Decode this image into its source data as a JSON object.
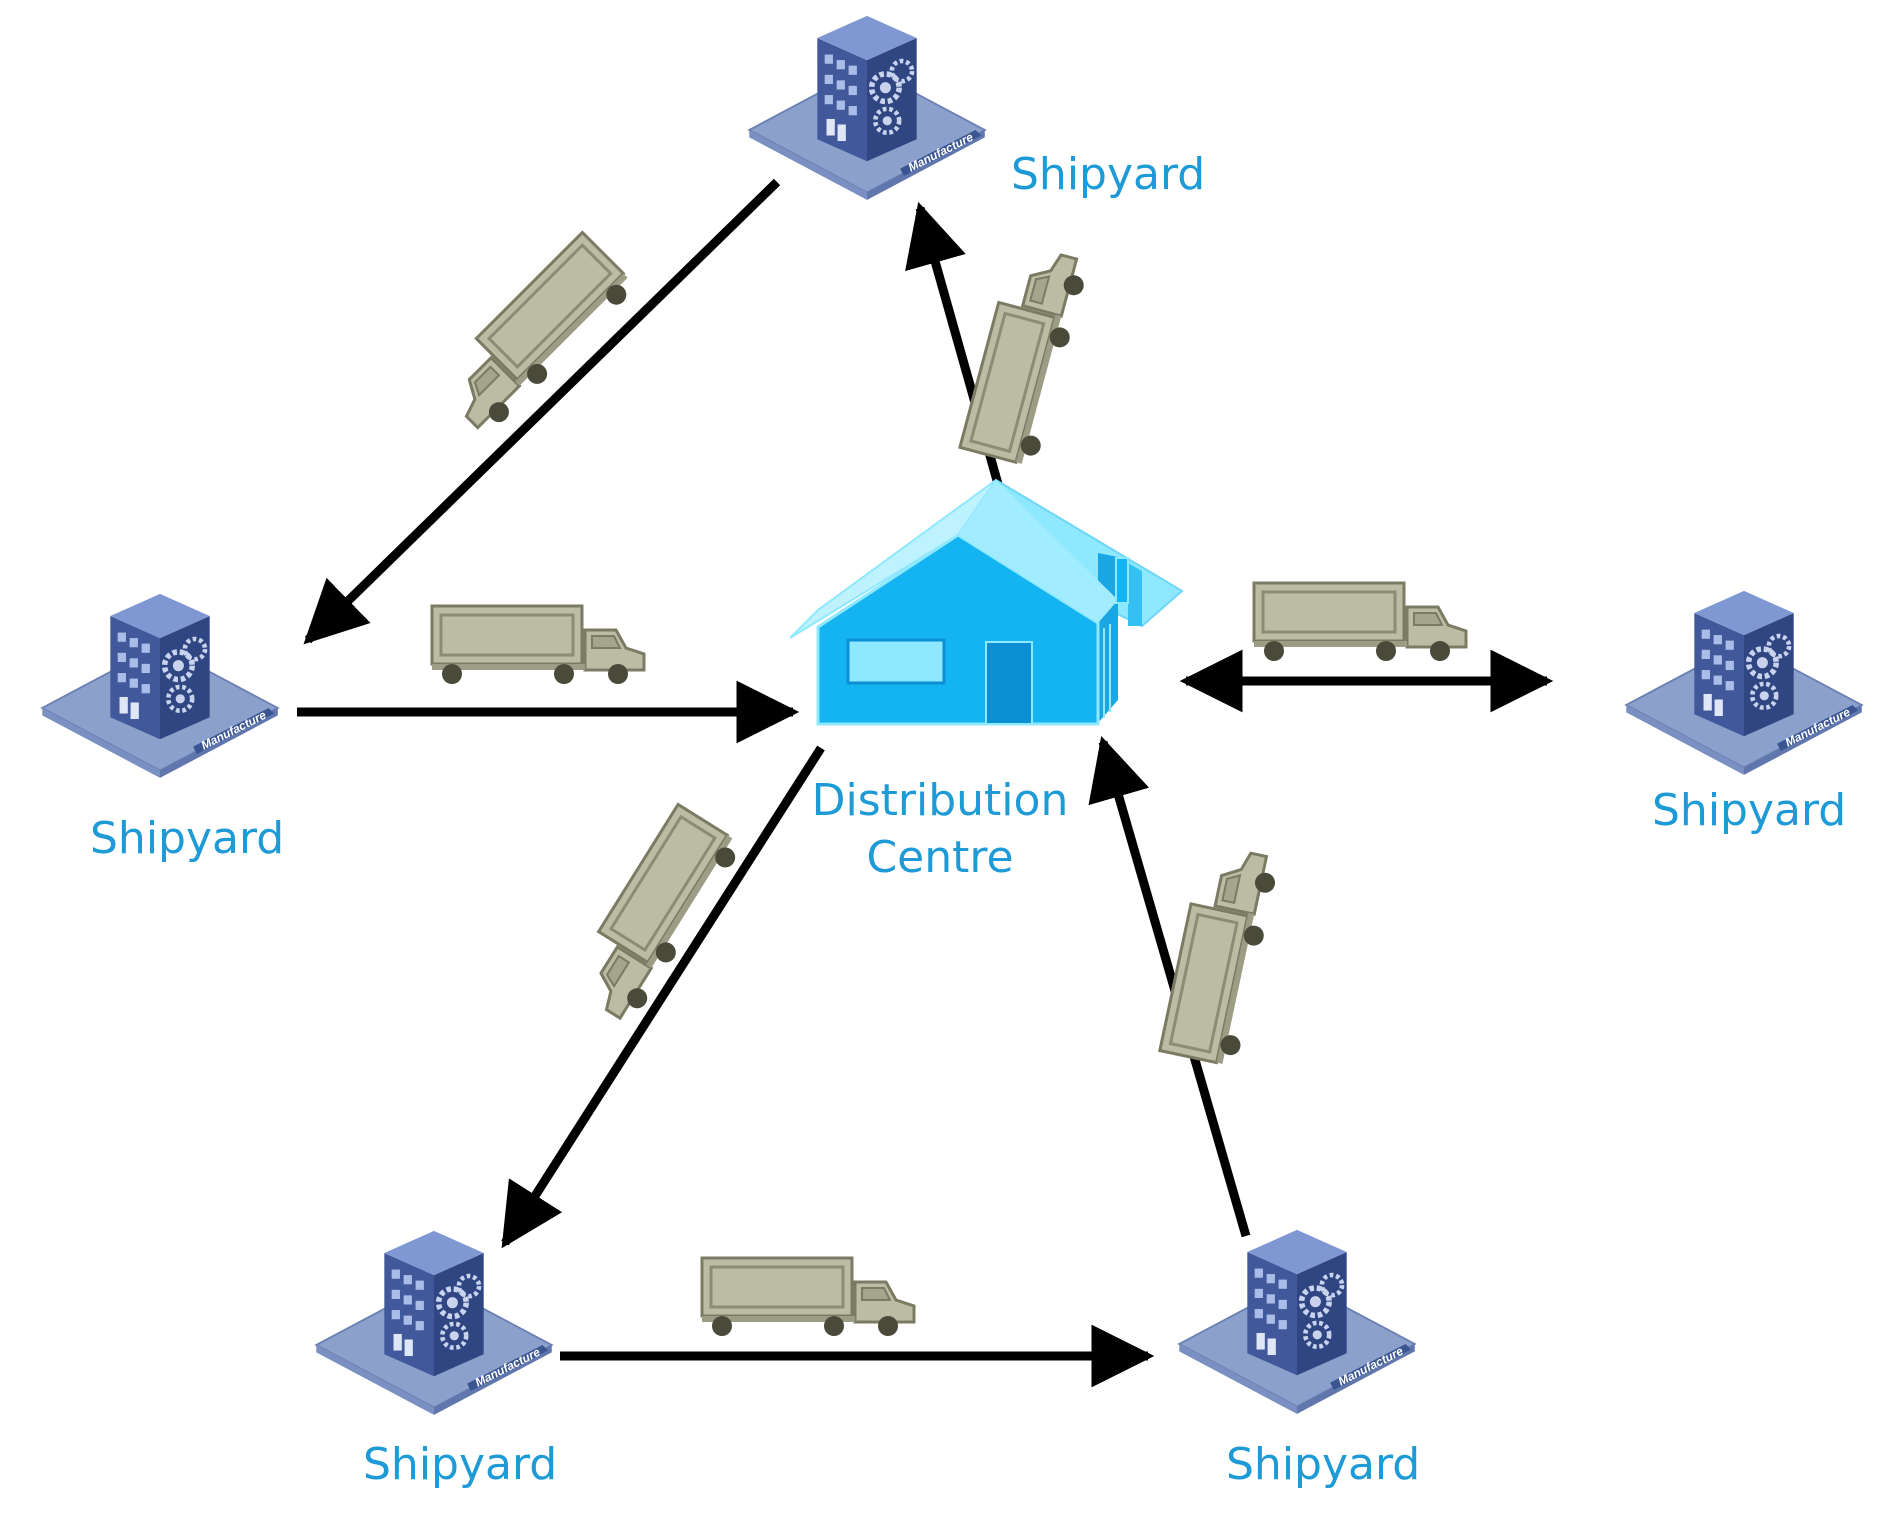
{
  "colors": {
    "label_text": "#1e9ad6",
    "arrow": "#000000",
    "truck_body": "#bcbca4",
    "truck_outline": "#7b7b64",
    "wheel": "#4a4a3a",
    "building_top": "#6f87c0",
    "building_side": "#3b5593",
    "building_base": "#8ca0cc",
    "house_wall": "#14b4f2",
    "house_roof": "#8ee8ff",
    "house_door": "#0b8fd2"
  },
  "icons": {
    "shipyard": "factory-building-icon",
    "distribution_centre": "warehouse-house-icon",
    "truck": "delivery-truck-icon",
    "base_plate_text": "Manufacture"
  },
  "nodes": {
    "distribution_centre": {
      "label_line1": "Distribution",
      "label_line2": "Centre"
    },
    "shipyard_top": {
      "label": "Shipyard"
    },
    "shipyard_left": {
      "label": "Shipyard"
    },
    "shipyard_right": {
      "label": "Shipyard"
    },
    "shipyard_bottom_left": {
      "label": "Shipyard"
    },
    "shipyard_bottom_right": {
      "label": "Shipyard"
    }
  },
  "edges": [
    {
      "from": "shipyard_top",
      "to": "shipyard_left",
      "direction": "one-way"
    },
    {
      "from": "shipyard_left",
      "to": "distribution_centre",
      "direction": "one-way"
    },
    {
      "from": "distribution_centre",
      "to": "shipyard_top",
      "direction": "one-way"
    },
    {
      "from": "distribution_centre",
      "to": "shipyard_right",
      "direction": "two-way"
    },
    {
      "from": "distribution_centre",
      "to": "shipyard_bottom_left",
      "direction": "one-way"
    },
    {
      "from": "shipyard_bottom_left",
      "to": "shipyard_bottom_right",
      "direction": "one-way"
    },
    {
      "from": "shipyard_bottom_right",
      "to": "distribution_centre",
      "direction": "one-way"
    }
  ]
}
